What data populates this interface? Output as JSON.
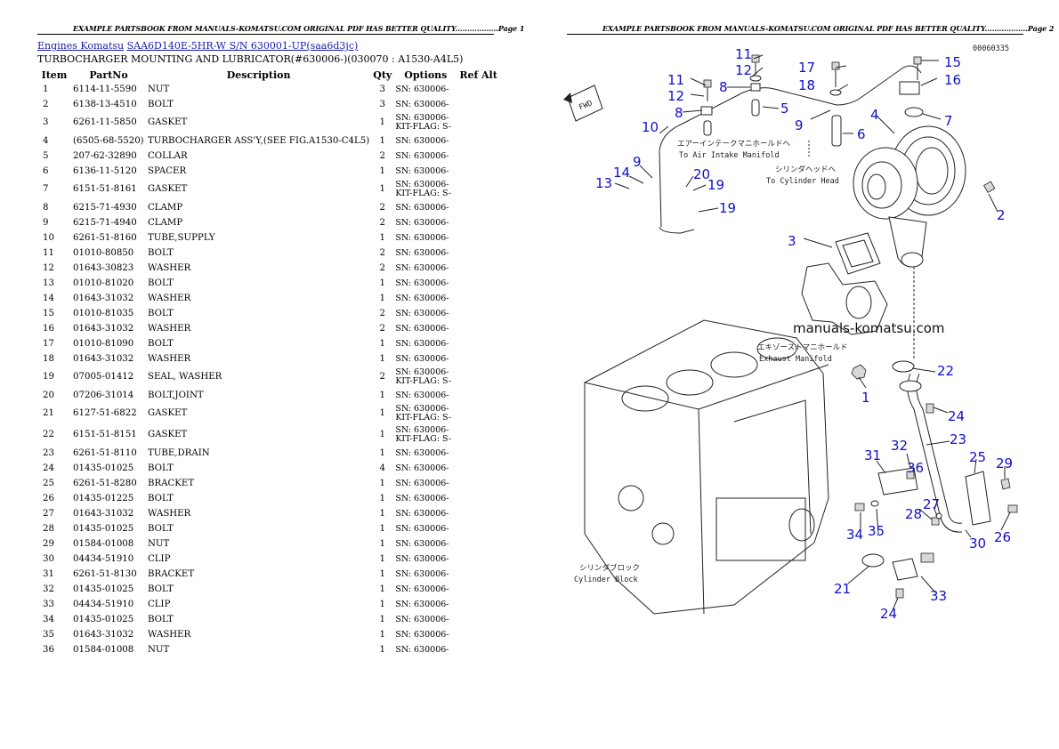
{
  "page1": {
    "header": "EXAMPLE PARTSBOOK FROM MANUALS-KOMATSU.COM ORIGINAL PDF HAS BETTER QUALITY..................Page 1",
    "breadcrumb": {
      "link1": "Engines Komatsu",
      "link2": "SAA6D140E-5HR-W S/N 630001-UP(saa6d3jc)"
    },
    "title": "TURBOCHARGER MOUNTING AND LUBRICATOR(#630006-)(030070 : A1530-A4L5)",
    "columns": [
      "Item",
      "PartNo",
      "Description",
      "Qty",
      "Options",
      "Ref Alt"
    ],
    "rows": [
      {
        "item": "1",
        "partno": "6114-11-5590",
        "desc": "NUT",
        "qty": "3",
        "opt1": "SN: 630006-",
        "opt2": ""
      },
      {
        "item": "2",
        "partno": "6138-13-4510",
        "desc": "BOLT",
        "qty": "3",
        "opt1": "SN: 630006-",
        "opt2": ""
      },
      {
        "item": "3",
        "partno": "6261-11-5850",
        "desc": "GASKET",
        "qty": "1",
        "opt1": "SN: 630006-",
        "opt2": "KIT-FLAG: S-"
      },
      {
        "item": "4",
        "partno": "(6505-68-5520)",
        "desc": "TURBOCHARGER ASS'Y,(SEE FIG.A1530-C4L5)",
        "qty": "1",
        "opt1": "SN: 630006-",
        "opt2": ""
      },
      {
        "item": "5",
        "partno": "207-62-32890",
        "desc": "COLLAR",
        "qty": "2",
        "opt1": "SN: 630006-",
        "opt2": ""
      },
      {
        "item": "6",
        "partno": "6136-11-5120",
        "desc": "SPACER",
        "qty": "1",
        "opt1": "SN: 630006-",
        "opt2": ""
      },
      {
        "item": "7",
        "partno": "6151-51-8161",
        "desc": "GASKET",
        "qty": "1",
        "opt1": "SN: 630006-",
        "opt2": "KIT-FLAG: S-"
      },
      {
        "item": "8",
        "partno": "6215-71-4930",
        "desc": "CLAMP",
        "qty": "2",
        "opt1": "SN: 630006-",
        "opt2": ""
      },
      {
        "item": "9",
        "partno": "6215-71-4940",
        "desc": "CLAMP",
        "qty": "2",
        "opt1": "SN: 630006-",
        "opt2": ""
      },
      {
        "item": "10",
        "partno": "6261-51-8160",
        "desc": "TUBE,SUPPLY",
        "qty": "1",
        "opt1": "SN: 630006-",
        "opt2": ""
      },
      {
        "item": "11",
        "partno": "01010-80850",
        "desc": "BOLT",
        "qty": "2",
        "opt1": "SN: 630006-",
        "opt2": ""
      },
      {
        "item": "12",
        "partno": "01643-30823",
        "desc": "WASHER",
        "qty": "2",
        "opt1": "SN: 630006-",
        "opt2": ""
      },
      {
        "item": "13",
        "partno": "01010-81020",
        "desc": "BOLT",
        "qty": "1",
        "opt1": "SN: 630006-",
        "opt2": ""
      },
      {
        "item": "14",
        "partno": "01643-31032",
        "desc": "WASHER",
        "qty": "1",
        "opt1": "SN: 630006-",
        "opt2": ""
      },
      {
        "item": "15",
        "partno": "01010-81035",
        "desc": "BOLT",
        "qty": "2",
        "opt1": "SN: 630006-",
        "opt2": ""
      },
      {
        "item": "16",
        "partno": "01643-31032",
        "desc": "WASHER",
        "qty": "2",
        "opt1": "SN: 630006-",
        "opt2": ""
      },
      {
        "item": "17",
        "partno": "01010-81090",
        "desc": "BOLT",
        "qty": "1",
        "opt1": "SN: 630006-",
        "opt2": ""
      },
      {
        "item": "18",
        "partno": "01643-31032",
        "desc": "WASHER",
        "qty": "1",
        "opt1": "SN: 630006-",
        "opt2": ""
      },
      {
        "item": "19",
        "partno": "07005-01412",
        "desc": "SEAL, WASHER",
        "qty": "2",
        "opt1": "SN: 630006-",
        "opt2": "KIT-FLAG: S-"
      },
      {
        "item": "20",
        "partno": "07206-31014",
        "desc": "BOLT,JOINT",
        "qty": "1",
        "opt1": "SN: 630006-",
        "opt2": ""
      },
      {
        "item": "21",
        "partno": "6127-51-6822",
        "desc": "GASKET",
        "qty": "1",
        "opt1": "SN: 630006-",
        "opt2": "KIT-FLAG: S-"
      },
      {
        "item": "22",
        "partno": "6151-51-8151",
        "desc": "GASKET",
        "qty": "1",
        "opt1": "SN: 630006-",
        "opt2": "KIT-FLAG: S-"
      },
      {
        "item": "23",
        "partno": "6261-51-8110",
        "desc": "TUBE,DRAIN",
        "qty": "1",
        "opt1": "SN: 630006-",
        "opt2": ""
      },
      {
        "item": "24",
        "partno": "01435-01025",
        "desc": "BOLT",
        "qty": "4",
        "opt1": "SN: 630006-",
        "opt2": ""
      },
      {
        "item": "25",
        "partno": "6261-51-8280",
        "desc": "BRACKET",
        "qty": "1",
        "opt1": "SN: 630006-",
        "opt2": ""
      },
      {
        "item": "26",
        "partno": "01435-01225",
        "desc": "BOLT",
        "qty": "1",
        "opt1": "SN: 630006-",
        "opt2": ""
      },
      {
        "item": "27",
        "partno": "01643-31032",
        "desc": "WASHER",
        "qty": "1",
        "opt1": "SN: 630006-",
        "opt2": ""
      },
      {
        "item": "28",
        "partno": "01435-01025",
        "desc": "BOLT",
        "qty": "1",
        "opt1": "SN: 630006-",
        "opt2": ""
      },
      {
        "item": "29",
        "partno": "01584-01008",
        "desc": "NUT",
        "qty": "1",
        "opt1": "SN: 630006-",
        "opt2": ""
      },
      {
        "item": "30",
        "partno": "04434-51910",
        "desc": "CLIP",
        "qty": "1",
        "opt1": "SN: 630006-",
        "opt2": ""
      },
      {
        "item": "31",
        "partno": "6261-51-8130",
        "desc": "BRACKET",
        "qty": "1",
        "opt1": "SN: 630006-",
        "opt2": ""
      },
      {
        "item": "32",
        "partno": "01435-01025",
        "desc": "BOLT",
        "qty": "1",
        "opt1": "SN: 630006-",
        "opt2": ""
      },
      {
        "item": "33",
        "partno": "04434-51910",
        "desc": "CLIP",
        "qty": "1",
        "opt1": "SN: 630006-",
        "opt2": ""
      },
      {
        "item": "34",
        "partno": "01435-01025",
        "desc": "BOLT",
        "qty": "1",
        "opt1": "SN: 630006-",
        "opt2": ""
      },
      {
        "item": "35",
        "partno": "01643-31032",
        "desc": "WASHER",
        "qty": "1",
        "opt1": "SN: 630006-",
        "opt2": ""
      },
      {
        "item": "36",
        "partno": "01584-01008",
        "desc": "NUT",
        "qty": "1",
        "opt1": "SN: 630006-",
        "opt2": ""
      }
    ]
  },
  "page2": {
    "header": "EXAMPLE PARTSBOOK FROM MANUALS-KOMATSU.COM ORIGINAL PDF HAS BETTER QUALITY..................Page 2",
    "figure_code": "00060335",
    "watermark": "manuals-komatsu.com",
    "fwd_label": "FWD",
    "annotations": {
      "air_intake_jp": "エアーインテークマニホールドへ",
      "air_intake_en": "To Air Intake Manifold",
      "cyl_head_jp": "シリンダヘッドへ",
      "cyl_head_en": "To Cylinder Head",
      "exhaust_jp": "エキゾーストマニホールド",
      "exhaust_en": "Exhaust Manifold",
      "block_jp": "シリンダブロック",
      "block_en": "Cylinder Block"
    },
    "callouts": [
      "11",
      "12",
      "8",
      "17",
      "18",
      "15",
      "16",
      "11",
      "12",
      "8",
      "5",
      "9",
      "4",
      "7",
      "10",
      "6",
      "9",
      "14",
      "13",
      "20",
      "19",
      "19",
      "2",
      "3",
      "1",
      "22",
      "24",
      "23",
      "31",
      "32",
      "36",
      "25",
      "29",
      "27",
      "28",
      "34",
      "35",
      "30",
      "26",
      "21",
      "33",
      "24"
    ]
  },
  "colors": {
    "link": "#1a1aaa",
    "callout": "#1010c8"
  }
}
